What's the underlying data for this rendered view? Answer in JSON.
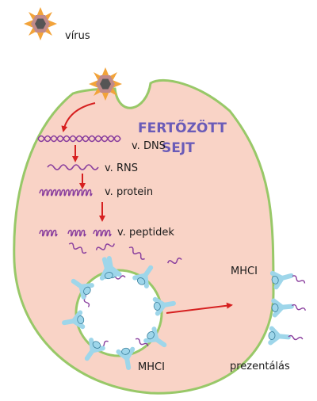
{
  "labels": {
    "virus": "vírus",
    "cell_title_line1": "FERTŐZÖTT",
    "cell_title_line2": "SEJT",
    "dna": "v. DNS",
    "rna": "v. RNS",
    "protein": "v. protein",
    "peptides": "v. peptidek",
    "mhc_top": "MHCI",
    "mhc_bottom": "MHCI",
    "presentation": "prezentálás"
  },
  "colors": {
    "cell_fill": "#f9d3c6",
    "cell_stroke": "#98c868",
    "virus_spikes": "#f2a33a",
    "virus_body": "#c08a8a",
    "virus_core": "#555555",
    "arrow": "#d62020",
    "nucleic_strand": "#8a3f9e",
    "mhc_receptor": "#9ed6ea",
    "title": "#6a5bb8"
  },
  "icons": {
    "virus": "virus-particle-icon",
    "receptor": "mhc-receptor-icon"
  }
}
